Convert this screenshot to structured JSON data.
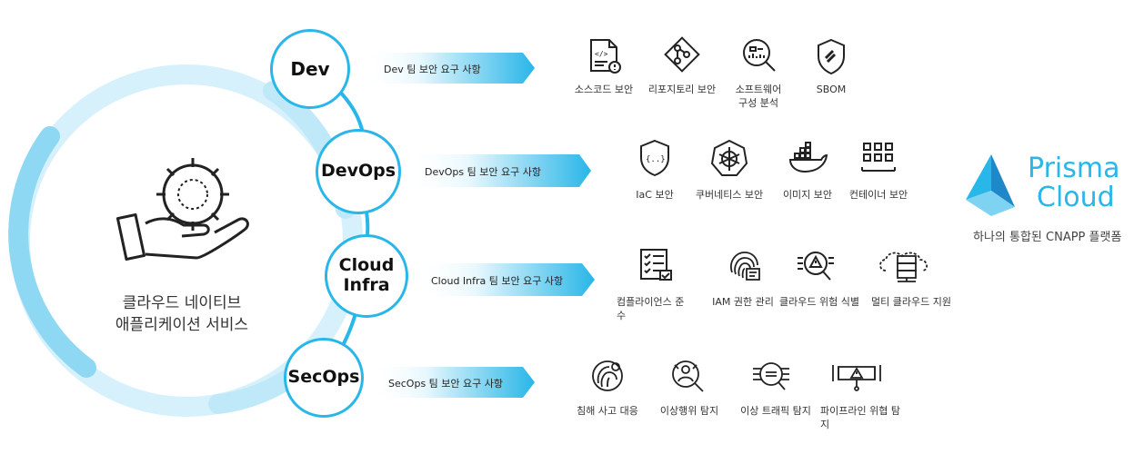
{
  "center": {
    "icon": "gear-hand-icon",
    "title_line1": "클라우드 네이티브",
    "title_line2": "애플리케이션 서비스"
  },
  "nodes": {
    "dev": "Dev",
    "devops": "DevOps",
    "cloud_infra_line1": "Cloud",
    "cloud_infra_line2": "Infra",
    "secops": "SecOps"
  },
  "banners": {
    "dev": "Dev 팀 보안 요구 사항",
    "devops": "DevOps 팀 보안 요구 사항",
    "cloud_infra": "Cloud Infra 팀 보안 요구 사항",
    "secops": "SecOps 팀 보안 요구 사항"
  },
  "features": {
    "dev": [
      {
        "icon": "source-code-icon",
        "label": "소스코드 보안"
      },
      {
        "icon": "repository-icon",
        "label": "리포지토리 보안"
      },
      {
        "icon": "software-analysis-icon",
        "label": "소프트웨어\n구성 분석"
      },
      {
        "icon": "sbom-shield-icon",
        "label": "SBOM"
      }
    ],
    "devops": [
      {
        "icon": "iac-shield-icon",
        "label": "IaC 보안"
      },
      {
        "icon": "kubernetes-icon",
        "label": "쿠버네티스 보안"
      },
      {
        "icon": "docker-image-icon",
        "label": "이미지 보안"
      },
      {
        "icon": "container-grid-icon",
        "label": "컨테이너 보안"
      }
    ],
    "cloud_infra": [
      {
        "icon": "compliance-checklist-icon",
        "label": "컴플라이언스 준\n수"
      },
      {
        "icon": "fingerprint-icon",
        "label": "IAM 권한 관리"
      },
      {
        "icon": "threat-search-icon",
        "label": "클라우드 위험 식별"
      },
      {
        "icon": "multi-cloud-server-icon",
        "label": "멀티 클라우드 지원"
      }
    ],
    "secops": [
      {
        "icon": "incident-response-icon",
        "label": "침해 사고 대응"
      },
      {
        "icon": "anomaly-detection-icon",
        "label": "이상행위 탐지"
      },
      {
        "icon": "traffic-anomaly-icon",
        "label": "이상 트래픽 탐지"
      },
      {
        "icon": "pipeline-threat-icon",
        "label": "파이프라인 위협 탐\n지"
      }
    ]
  },
  "brand": {
    "logo_icon": "prisma-cloud-logo",
    "name_line1": "Prisma",
    "name_line2": "Cloud",
    "tagline": "하나의 통합된 CNAPP 플랫폼",
    "accent": "#29b6e8"
  }
}
